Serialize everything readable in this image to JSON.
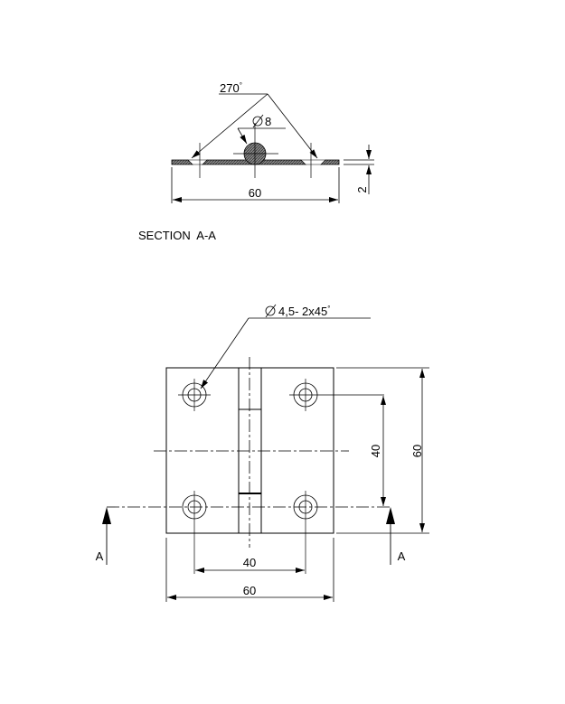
{
  "drawing": {
    "section_title": "SECTION  A-A",
    "section": {
      "angle_label": "270°",
      "angle_value": "270",
      "angle_unit": "°",
      "pin_diameter_label": "Ø 8",
      "pin_diameter_value": "8",
      "width_dim": "60",
      "thickness_dim": "2"
    },
    "plan": {
      "hole_callout": "Ø 4,5- 2x45°",
      "hole_callout_text": "4,5- 2x45",
      "hole_callout_deg": "°",
      "vertical_hole_spacing": "40",
      "vertical_overall": "60",
      "horizontal_hole_spacing": "40",
      "horizontal_overall": "60",
      "section_marker_left": "A",
      "section_marker_right": "A"
    },
    "colors": {
      "line": "#000000",
      "hatch_fill": "#6b6b6b",
      "background": "#ffffff"
    }
  }
}
